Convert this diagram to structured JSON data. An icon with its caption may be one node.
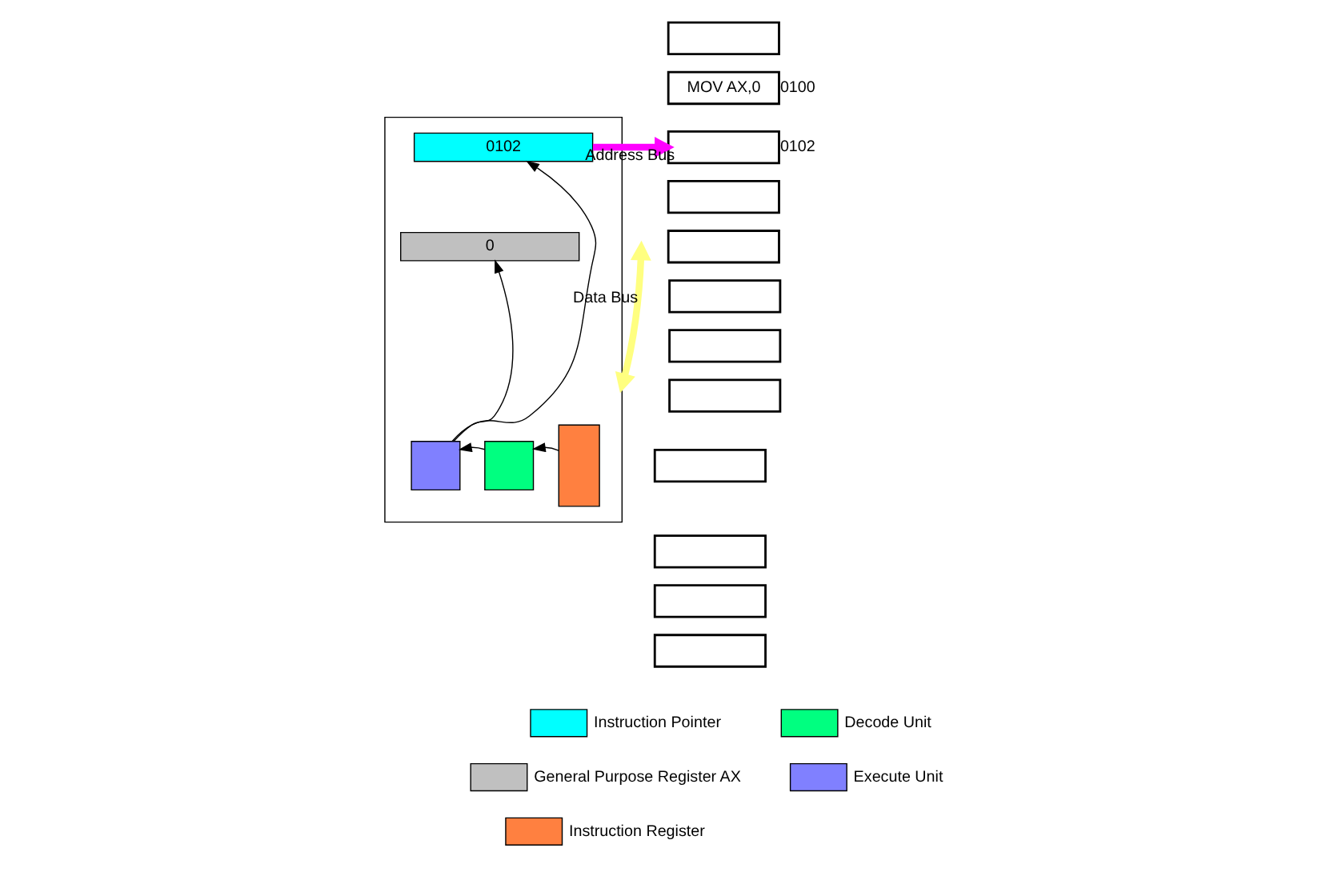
{
  "diagram": {
    "nodes": [
      {
        "text": [],
        "shape": "box"
      },
      {
        "text": [
          "0102"
        ],
        "in": 0
      },
      {
        "text": [
          "0"
        ],
        "in": 0
      },
      {
        "text": [],
        "shape": "box",
        "in": 0
      },
      {
        "text": [],
        "shape": "box",
        "in": 0
      },
      {
        "text": [],
        "shape": "box",
        "in": 0
      },
      {
        "text": [],
        "shape": "box"
      },
      {
        "text": [
          "MOV AX,0"
        ],
        "beside": [
          "0100"
        ]
      },
      {
        "text": [],
        "shape": "box",
        "beside": [
          "0102"
        ]
      },
      {
        "text": [],
        "shape": "box"
      },
      {
        "text": [],
        "shape": "box"
      },
      {
        "text": [],
        "shape": "box"
      },
      {
        "text": [],
        "shape": "box"
      },
      {
        "text": [],
        "shape": "box"
      },
      {
        "text": [],
        "shape": "box"
      },
      {
        "text": [],
        "shape": "box"
      },
      {
        "text": [],
        "shape": "box"
      },
      {
        "text": [],
        "shape": "box"
      }
    ],
    "edges": [
      {
        "from": 1,
        "to": 8,
        "arrow": "to",
        "label": "Address Bus",
        "style": "thick",
        "color": "#ff00ff"
      },
      {
        "from": null,
        "to": 0,
        "arrow": "both",
        "label": "Data Bus",
        "style": "thick",
        "color": "#ffff80"
      },
      {
        "from": 5,
        "to": 4,
        "arrow": "to"
      },
      {
        "from": 4,
        "to": 3,
        "arrow": "to"
      },
      {
        "from": 3,
        "to": 1,
        "arrow": "to"
      },
      {
        "from": 3,
        "to": 2,
        "arrow": "to"
      }
    ],
    "legend": [
      {
        "text": "Instruction Pointer",
        "color": "#00ffff"
      },
      {
        "text": "General Purpose Register AX",
        "color": "#c0c0c0"
      },
      {
        "text": "Instruction Register",
        "color": "#ff8040"
      },
      {
        "text": "Decode Unit",
        "color": "#00ff80"
      },
      {
        "text": "Execute Unit",
        "color": "#8080ff"
      }
    ]
  }
}
